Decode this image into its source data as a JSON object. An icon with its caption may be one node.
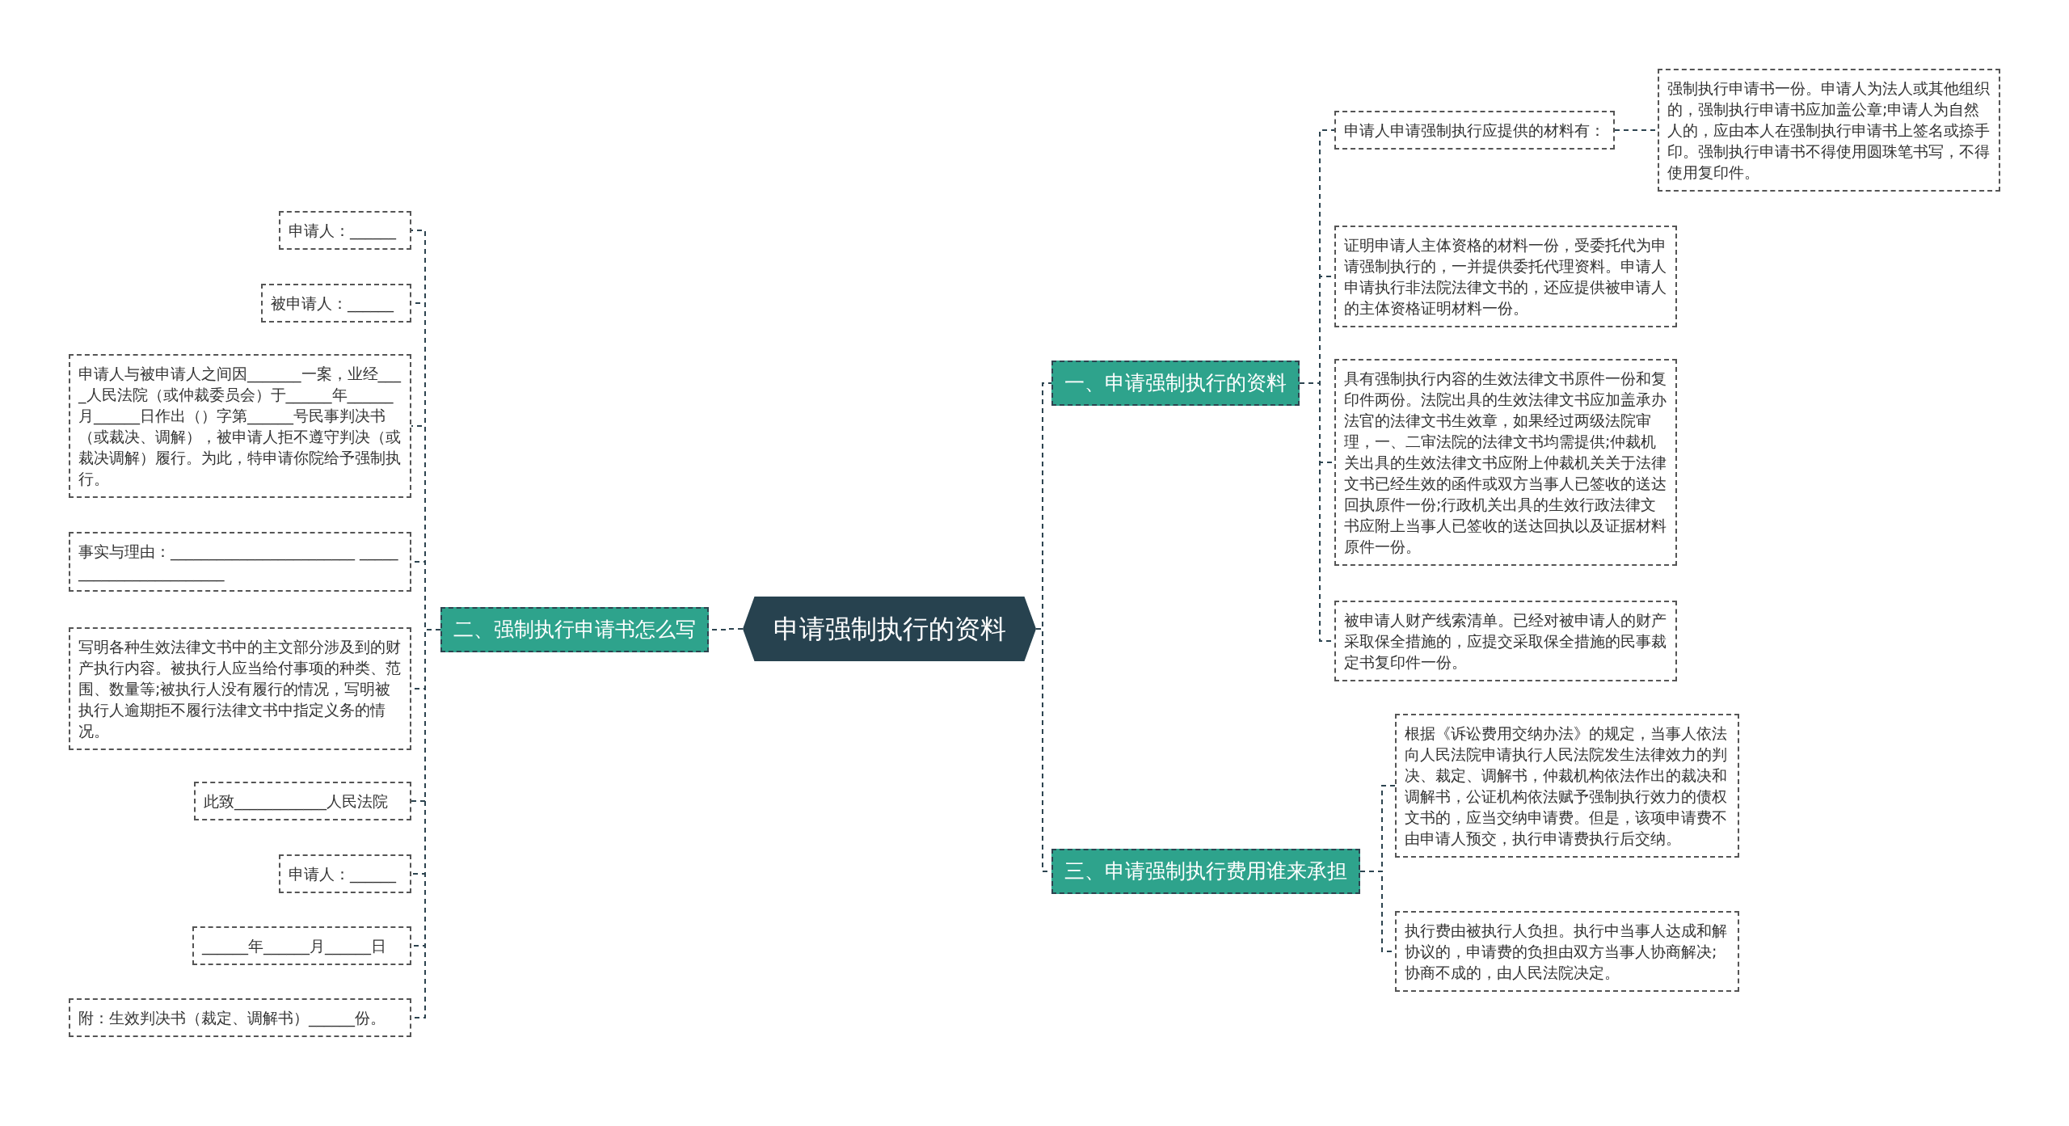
{
  "diagram": {
    "nodes": [
      {
        "text": [
          "申请强制执行的资料"
        ]
      },
      {
        "text": [
          "一、申请强制执行的资料"
        ]
      },
      {
        "text": [
          "申请人申请强制执行应提供的材料有："
        ]
      },
      {
        "text": [
          "强制执行申请书一份。申请人为法人或其他组织的，强制执行申请书应加盖公章;申请人为自然人的，应由本人在强制执行申请书上签名或捺手印。强制执行申请书不得使用圆珠笔书写，不得使用复印件。"
        ]
      },
      {
        "text": [
          "证明申请人主体资格的材料一份，受委托代为申请强制执行的，一并提供委托代理资料。申请人申请执行非法院法律文书的，还应提供被申请人的主体资格证明材料一份。"
        ]
      },
      {
        "text": [
          "具有强制执行内容的生效法律文书原件一份和复印件两份。法院出具的生效法律文书应加盖承办法官的法律文书生效章，如果经过两级法院审理，一、二审法院的法律文书均需提供;仲裁机关出具的生效法律文书应附上仲裁机关关于法律文书已经生效的函件或双方当事人已签收的送达回执原件一份;行政机关出具的生效行政法律文书应附上当事人已签收的送达回执以及证据材料原件一份。"
        ]
      },
      {
        "text": [
          "被申请人财产线索清单。已经对被申请人的财产采取保全措施的，应提交采取保全措施的民事裁定书复印件一份。"
        ]
      },
      {
        "text": [
          "二、强制执行申请书怎么写"
        ]
      },
      {
        "text": [
          "申请人：______"
        ]
      },
      {
        "text": [
          "被申请人：______"
        ]
      },
      {
        "text": [
          "申请人与被申请人之间因_______一案，业经____人民法院（或仲裁委员会）于______年______月______日作出（）字第______号民事判决书（或裁决、调解），被申请人拒不遵守判决（或裁决调解）履行。为此，特申请你院给予强制执行。"
        ]
      },
      {
        "text": [
          "事实与理由：________________________ ________________________"
        ]
      },
      {
        "text": [
          "写明各种生效法律文书中的主文部分涉及到的财产执行内容。被执行人应当给付事项的种类、范围、数量等;被执行人没有履行的情况，写明被执行人逾期拒不履行法律文书中指定义务的情况。"
        ]
      },
      {
        "text": [
          "此致____________人民法院"
        ]
      },
      {
        "text": [
          "申请人：______"
        ]
      },
      {
        "text": [
          "______年______月______日"
        ]
      },
      {
        "text": [
          "附：生效判决书（裁定、调解书）______份。"
        ]
      },
      {
        "text": [
          "三、申请强制执行费用谁来承担"
        ]
      },
      {
        "text": [
          "根据《诉讼费用交纳办法》的规定，当事人依法向人民法院申请执行人民法院发生法律效力的判决、裁定、调解书，仲裁机构依法作出的裁决和调解书，公证机构依法赋予强制执行效力的债权文书的，应当交纳申请费。但是，该项申请费不由申请人预交，执行申请费执行后交纳。"
        ]
      },
      {
        "text": [
          "执行费由被执行人负担。执行中当事人达成和解协议的，申请费的负担由双方当事人协商解决;协商不成的，由人民法院决定。"
        ]
      }
    ],
    "edges": [
      {
        "from": 0,
        "to": 1,
        "arrow": "none"
      },
      {
        "from": 1,
        "to": 2,
        "arrow": "none"
      },
      {
        "from": 2,
        "to": 3,
        "arrow": "none"
      },
      {
        "from": 1,
        "to": 4,
        "arrow": "none"
      },
      {
        "from": 1,
        "to": 5,
        "arrow": "none"
      },
      {
        "from": 1,
        "to": 6,
        "arrow": "none"
      },
      {
        "from": 0,
        "to": 7,
        "arrow": "none"
      },
      {
        "from": 7,
        "to": 8,
        "arrow": "none"
      },
      {
        "from": 7,
        "to": 9,
        "arrow": "none"
      },
      {
        "from": 7,
        "to": 10,
        "arrow": "none"
      },
      {
        "from": 7,
        "to": 11,
        "arrow": "none"
      },
      {
        "from": 7,
        "to": 12,
        "arrow": "none"
      },
      {
        "from": 7,
        "to": 13,
        "arrow": "none"
      },
      {
        "from": 7,
        "to": 14,
        "arrow": "none"
      },
      {
        "from": 7,
        "to": 15,
        "arrow": "none"
      },
      {
        "from": 7,
        "to": 16,
        "arrow": "none"
      },
      {
        "from": 0,
        "to": 17,
        "arrow": "none"
      },
      {
        "from": 17,
        "to": 18,
        "arrow": "none"
      },
      {
        "from": 17,
        "to": 19,
        "arrow": "none"
      }
    ]
  }
}
